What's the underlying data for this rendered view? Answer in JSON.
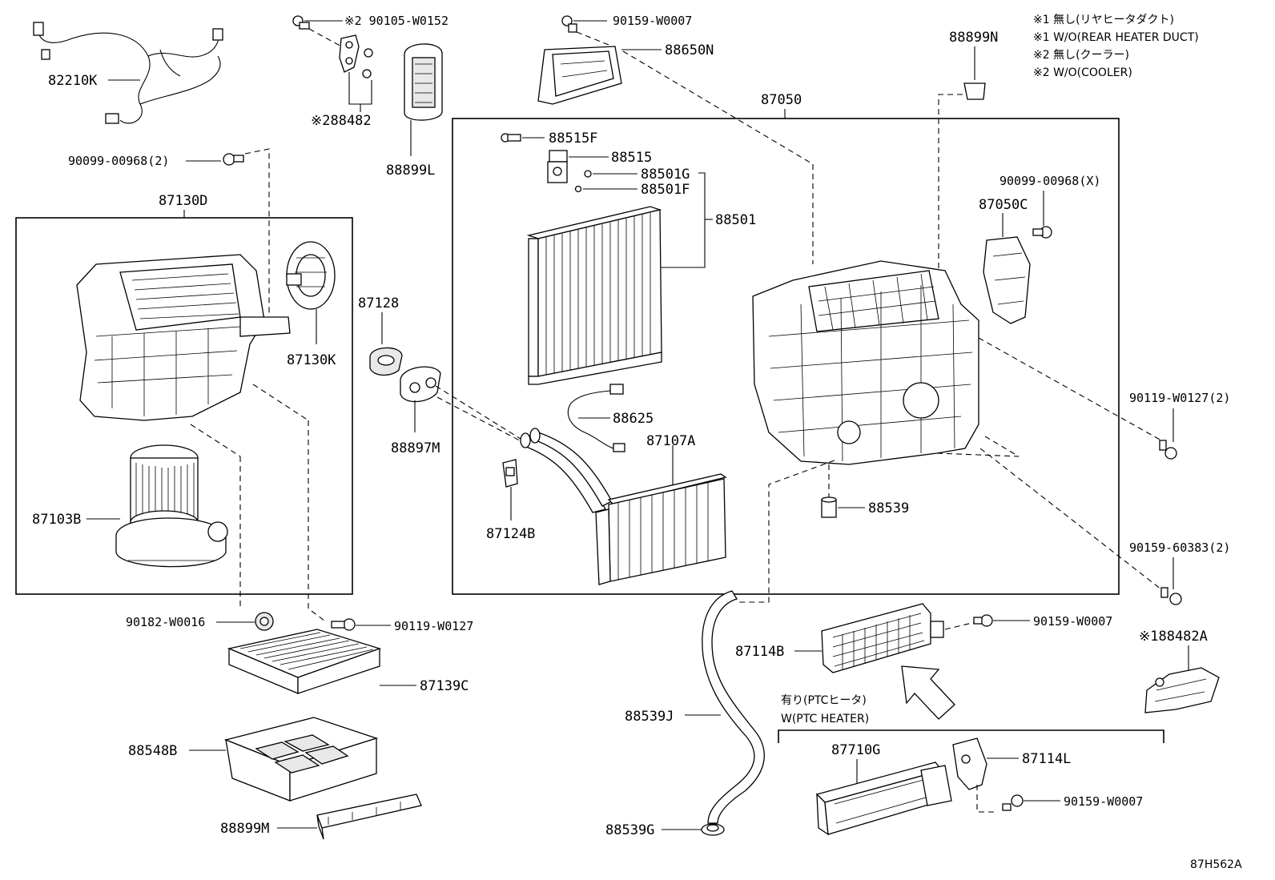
{
  "diagram_code": "87H562A",
  "notes": [
    "※1 無し(リヤヒータダクト)",
    "※1 W/O(REAR HEATER DUCT)",
    "※2 無し(クーラー)",
    "※2 W/O(COOLER)"
  ],
  "ptc_note": {
    "jp": "有り(PTCヒータ)",
    "en": "W(PTC HEATER)"
  },
  "labels": {
    "p82210K": "82210K",
    "p90105W0152": "※2 90105-W0152",
    "p88482": "※288482",
    "p88899L": "88899L",
    "p90159W0007_top": "90159-W0007",
    "p88650N": "88650N",
    "p88899N": "88899N",
    "p87050": "87050",
    "p90099_00968_2": "90099-00968(2)",
    "p87130D": "87130D",
    "p87130K": "87130K",
    "p87128": "87128",
    "p88897M": "88897M",
    "p87103B": "87103B",
    "p88515F": "88515F",
    "p88515": "88515",
    "p88501G": "88501G",
    "p88501F": "88501F",
    "p88501": "88501",
    "p88625": "88625",
    "p87107A": "87107A",
    "p87124B": "87124B",
    "p90099_00968_X": "90099-00968(X)",
    "p87050C": "87050C",
    "p90119W0127_2": "90119-W0127(2)",
    "p88539": "88539",
    "p90159_60383_2": "90159-60383(2)",
    "p90182W0016": "90182-W0016",
    "p90119W0127": "90119-W0127",
    "p87139C": "87139C",
    "p88548B": "88548B",
    "p88899M": "88899M",
    "p88539J": "88539J",
    "p88539G": "88539G",
    "p87114B": "87114B",
    "p90159W0007_mid": "90159-W0007",
    "p88482A": "※188482A",
    "p87710G": "87710G",
    "p87114L": "87114L",
    "p90159W0007_bot": "90159-W0007"
  }
}
